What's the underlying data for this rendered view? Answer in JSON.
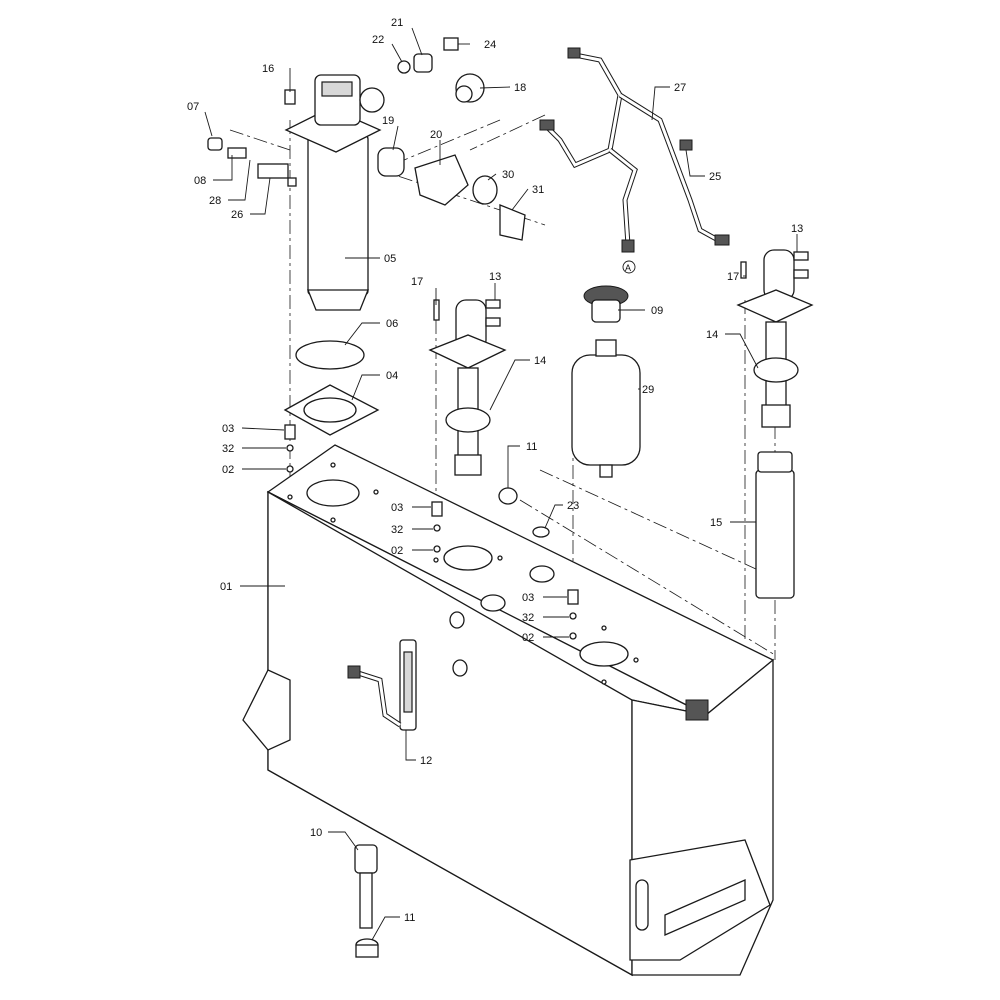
{
  "diagram": {
    "type": "exploded-parts-view",
    "callouts": {
      "p21": "21",
      "p22": "22",
      "p24": "24",
      "p16": "16",
      "p18": "18",
      "p07": "07",
      "p19": "19",
      "p20": "20",
      "p27": "27",
      "p08": "08",
      "p28": "28",
      "p26": "26",
      "p30": "30",
      "p31": "31",
      "p25": "25",
      "p05": "05",
      "p13a": "13",
      "p17a": "17",
      "p09": "09",
      "p13b": "13",
      "p17b": "17",
      "p06": "06",
      "p14a": "14",
      "p14b": "14",
      "p04": "04",
      "p29": "29",
      "p03a": "03",
      "p32a": "32",
      "p02a": "02",
      "p11a": "11",
      "p23": "23",
      "p03b": "03",
      "p32b": "32",
      "p02b": "02",
      "p15": "15",
      "p01": "01",
      "p03c": "03",
      "p32c": "32",
      "p02c": "02",
      "p12": "12",
      "p10": "10",
      "p11b": "11",
      "connA": "A"
    }
  }
}
